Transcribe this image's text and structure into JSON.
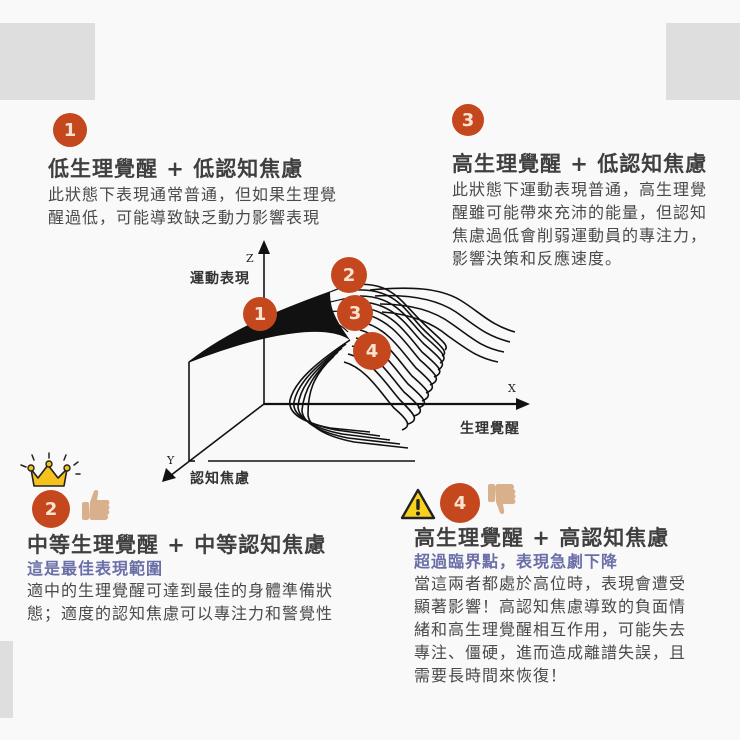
{
  "diagram": {
    "axes": {
      "z": {
        "letter": "Z",
        "label": "運動表現"
      },
      "x": {
        "letter": "X",
        "label": "生理覺醒"
      },
      "y": {
        "letter": "Y",
        "label": "認知焦慮"
      }
    },
    "markers": [
      "1",
      "2",
      "3",
      "4"
    ]
  },
  "sections": [
    {
      "number": "1",
      "title": "低生理覺醒 + 低認知焦慮",
      "body": [
        "此狀態下表現通常普通，但如果生理覺",
        "醒過低，可能導致缺乏動力影響表現"
      ]
    },
    {
      "number": "2",
      "title": "中等生理覺醒 + 中等認知焦慮",
      "subtitle": "這是最佳表現範圍",
      "body": [
        "適中的生理覺醒可達到最佳的身體準備狀",
        "態；適度的認知焦慮可以專注力和警覺性"
      ],
      "icons": [
        "crown-icon",
        "thumbs-up-icon"
      ]
    },
    {
      "number": "3",
      "title": "高生理覺醒 + 低認知焦慮",
      "body": [
        "此狀態下運動表現普通，高生理覺",
        "醒雖可能帶來充沛的能量，但認知",
        "焦慮過低會削弱運動員的專注力，",
        "影響決策和反應速度。"
      ]
    },
    {
      "number": "4",
      "title": "高生理覺醒 + 高認知焦慮",
      "subtitle": "超過臨界點，表現急劇下降",
      "body": [
        "當這兩者都處於高位時，表現會遭受",
        "顯著影響！高認知焦慮導致的負面情",
        "緒和高生理覺醒相互作用，可能失去",
        "專注、僵硬，進而造成離譜失誤，且",
        "需要長時間來恢復！"
      ],
      "icons": [
        "warning-icon",
        "thumbs-down-icon"
      ]
    }
  ],
  "colors": {
    "badge": "#c4471e",
    "badge_text": "#fbe3cf",
    "subtitle": "#6a6fa8",
    "title": "#3f3f3f",
    "crown": "#f4c21b",
    "thumb": "#d8b08c",
    "warning": "#f7d21c"
  }
}
